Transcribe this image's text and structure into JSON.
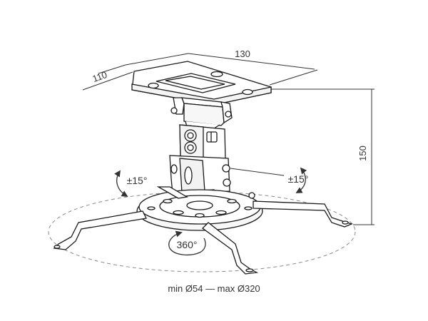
{
  "dimensions": {
    "width_label": "130",
    "depth_label": "110",
    "height_label": "150"
  },
  "rotations": {
    "tilt_left": "±15°",
    "tilt_right": "±15°",
    "swivel": "360°"
  },
  "caption": "min Ø54 — max Ø320",
  "colors": {
    "line": "#1a1a1a",
    "dimension_line": "#333333",
    "dashed_circle": "#8a8a8a"
  }
}
